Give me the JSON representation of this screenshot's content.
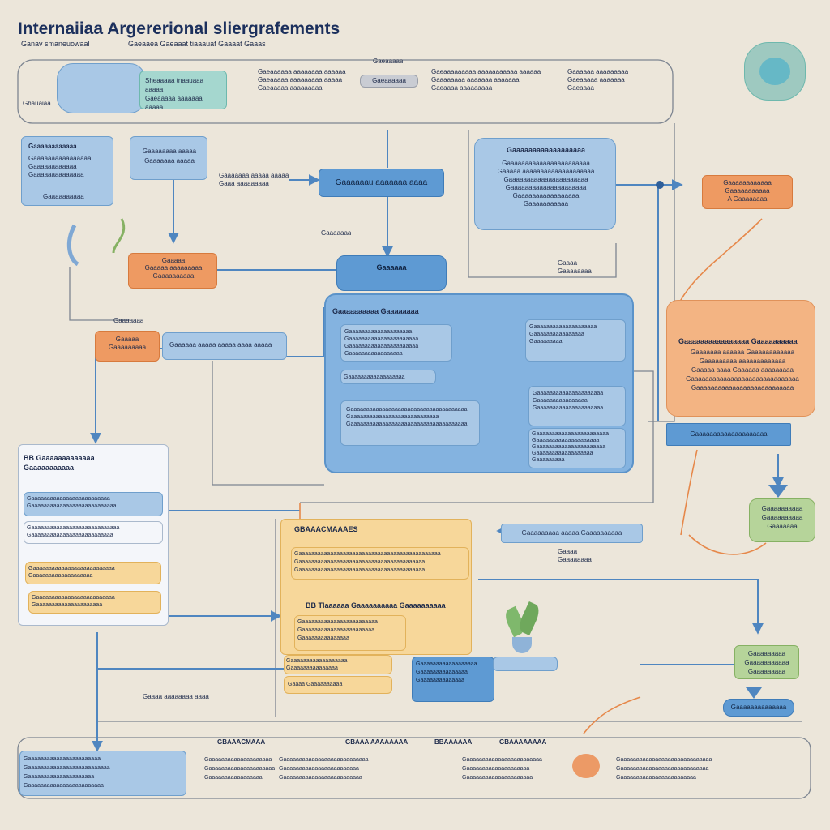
{
  "header": {
    "title": "Internaiiaa Argererional sliergrafements",
    "subtitle_left": "Ganav smaneuowaal",
    "subtitle_right": "Gaeaaea  Gaeaaat tiaaauaf Gaaaat Gaaas"
  },
  "top_bar": {
    "box_a": "Sheaaaaa tnaauaaa aaaaa\nGaeaaaaa aaaaaaa aaaaa\nGaaaaaa aaaaaaa aaaaa",
    "label_a": "Ghauaiaa",
    "label_b": "Gaeaaaaa",
    "text_mid": "Gaeaaaaaa aaaaaaaa aaaaaa\nGaeaaaaa aaaaaaaaa aaaaa\nGaeaaaaa aaaaaaaaa",
    "grey_label": "Gaeaaaaaa",
    "text_right": "Gaeaaaaaaaaa aaaaaaaaaaa aaaaaa\nGaaaaaaaa aaaaaaa aaaaaaa\nGaeaaaa aaaaaaaaa",
    "text_far": "Gaaaaaa aaaaaaaaa\nGaeaaaaa aaaaaaa\nGaeaaaa"
  },
  "nodes": {
    "left_box": {
      "title": "Gaaaaaaaaaaaa",
      "body": "Gaaaaaaaaaaaaaaaa\nGaaaaaaaaaaaa\nGaaaaaaaaaaaaaa",
      "footer": "Gaaaaaaaaaa"
    },
    "upper_box": {
      "title": "Gaaaaaaaa aaaaa",
      "body": "Gaaaaaaa aaaaa"
    },
    "orange_small": {
      "title": "Gaaaaa",
      "body": "Gaaaaa aaaaaaaaa\nGaaaaaaaaaa"
    },
    "center_bar": "Gaaaaaau aaaaaaa aaaa",
    "center_label": "Gaaaaaaa aaaaa aaaaa\nGaaa aaaaaaaaa",
    "tiny_label": "Gaaaaaaa",
    "right_info": {
      "title": "Gaaaaaaaaaaaaaaaaaa",
      "body": "Gaaaaaaaaaaaaaaaaaaaaaaa\nGaaaaa aaaaaaaaaaaaaaaaaaaa\nGaaaaaaaaaaaaaaaaaaaaaa\nGaaaaaaaaaaaaaaaaaaaaa\nGaaaaaaaaaaaaaaaaa\nGaaaaaaaaaaa"
    },
    "orange_right": "Gaaaaaaaaaaaa\nGaaaaaaaaaaa\nA Gaaaaaaaa",
    "mid_label_left": "Gaaaaaaa",
    "orange_mid": "Gaaaaa\nGaaaaaaaaa",
    "blue_mid": "Gaaaaaa aaaaa aaaaa aaaa aaaaa",
    "big_header": "Gaaaaaa",
    "big_title": "Gaaaaaaaaaa Gaaaaaaaa",
    "big_box1": "Gaaaaaaaaaaaaaaaaaaaa\nGaaaaaaaaaaaaaaaaaaaaaa\nGaaaaaaaaaaaaaaaaaaaaaa\nGaaaaaaaaaaaaaaaaa",
    "big_box2": "Gaaaaaaaaaaaaaaaaaaaa\nGaaaaaaaaaaaaaaaa\nGaaaaaaaaa",
    "big_box3": "Gaaaaaaaaaaaaaaaaaaaaaaaaaaaaaaaaaaaaa\nGaaaaaaaaaaaaaaaaaaaaaaaaaaaa\nGaaaaaaaaaaaaaaaaaaaaaaaaaaaaaaaaaaaaa",
    "big_box4": "Gaaaaaaaaaaaaaaaaaaaaa\nGaaaaaaaaaaaaaaaa\nGaaaaaaaaaaaaaaaaaaaaa",
    "big_box5": "Gaaaaaaaaaaaaaaaaaaaaaaa\nGaaaaaaaaaaaaaaaaaaaa\nGaaaaaaaaaaaaaaaaaaaaaa\nGaaaaaaaaaaaaaaaaaa\nGaaaaaaaaa",
    "big_box6": "Gaaaaaaaaaaaaaaaaaa",
    "orange_big": {
      "title": "Gaaaaaaaaaaaaaaaa Gaaaaaaaaaa",
      "body": "Gaaaaaaa aaaaaa Gaaaaaaaaaaaa\nGaaaaaaaaa aaaaaaaaaaaaa\nGaaaaa aaaa Gaaaaaa aaaaaaaaa\nGaaaaaaaaaaaaaaaaaaaaaaaaaaaaaa\nGaaaaaaaaaaaaaaaaaaaaaaaaaaa"
    },
    "blue_right_bar": "Gaaaaaaaaaaaaaaaaaaaa",
    "left_panel": {
      "title": "BB Gaaaaaaaaaaaaa\nGaaaaaaaaaaa",
      "row1": "Gaaaaaaaaaaaaaaaaaaaaaaaaa\nGaaaaaaaaaaaaaaaaaaaaaaaaaaa",
      "row2": "Gaaaaaaaaaaaaaaaaaaaaaaaaaaaa\nGaaaaaaaaaaaaaaaaaaaaaaaaaa",
      "row3": "Gaaaaaaaaaaaaaaaaaaaaaaaaaa\nGaaaaaaaaaaaaaaaaaaa",
      "row4": "Gaaaaaaaaaaaaaaaaaaaaaaaaa\nGaaaaaaaaaaaaaaaaaaaaa"
    },
    "yellow_panel": {
      "title": "GBAAACMAAAES",
      "box1": "Gaaaaaaaaaaaaaaaaaaaaaaaaaaaaaaaaaaaaaaaaaaaaa\nGaaaaaaaaaaaaaaaaaaaaaaaaaaaaaaaaaaaaaaaa\nGaaaaaaaaaaaaaaaaaaaaaaaaaaaaaaaaaaaaaaaa",
      "sub_title": "BB Tlaaaaaa Gaaaaaaaaaa Gaaaaaaaaaa",
      "box2": "Gaaaaaaaaaaaaaaaaaaaaaaaa\nGaaaaaaaaaaaaaaaaaaaaaaa\nGaaaaaaaaaaaaaaa"
    },
    "blue_tag_mid": "Gaaaaaaaaa aaaaa Gaaaaaaaaaa",
    "mid_label2": "Gaaaa\nGaaaaaaaa",
    "small_box_a": "Gaaaaaaaaaaaaaaaaaa\nGaaaaaaaaaaaaaaa",
    "small_box_b": "Gaaaa Gaaaaaaaaaa",
    "blue_box_b": "Gaaaaaaaaaaaaaaaaaa\nGaaaaaaaaaaaaaaa\nGaaaaaaaaaaaaaa",
    "green_right": "Gaaaaaaaaaa\nGaaaaaaaaaa\nGaaaaaaa",
    "green_right2": "Gaaaaaaaaa\nGaaaaaaaaaaa\nGaaaaaaaaa",
    "blue_right_small": "Gaaaaaaaaaaaaaa",
    "left_bottom_label": "Gaaaa aaaaaaaa aaaa",
    "bottom_bar": {
      "h1": "GBAAACMAAA",
      "h2": "GBAAA AAAAAAAA",
      "h3": "BBAAAAAA",
      "h4": "GBAAAAAAAA"
    },
    "bottom_blue": "Gaaaaaaaaaaaaaaaaaaaaaaa\nGaaaaaaaaaaaaaaaaaaaaaaaaaa\nGaaaaaaaaaaaaaaaaaaaaa\nGaaaaaaaaaaaaaaaaaaaaaaaa",
    "bottom_text1": "Gaaaaaaaaaaaaaaaaaaaa\nGaaaaaaaaaaaaaaaaaaaaa\nGaaaaaaaaaaaaaaaaa",
    "bottom_text2": "Gaaaaaaaaaaaaaaaaaaaaaaaaaaa\nGaaaaaaaaaaaaaaaaaaaaaaaa\nGaaaaaaaaaaaaaaaaaaaaaaaaa",
    "bottom_text3": "Gaaaaaaaaaaaaaaaaaaaaaaaa\nGaaaaaaaaaaaaaaaaaaaa\nGaaaaaaaaaaaaaaaaaaaaa",
    "bottom_text4": "Gaaaaaaaaaaaaaaaaaaaaaaaaaaaaa\nGaaaaaaaaaaaaaaaaaaaaaaaaaaaa\nGaaaaaaaaaaaaaaaaaaaaaaaa"
  },
  "colors": {
    "wire_blue": "#4f86c0",
    "wire_orange": "#e6884a",
    "wire_grey": "#7d8591"
  }
}
